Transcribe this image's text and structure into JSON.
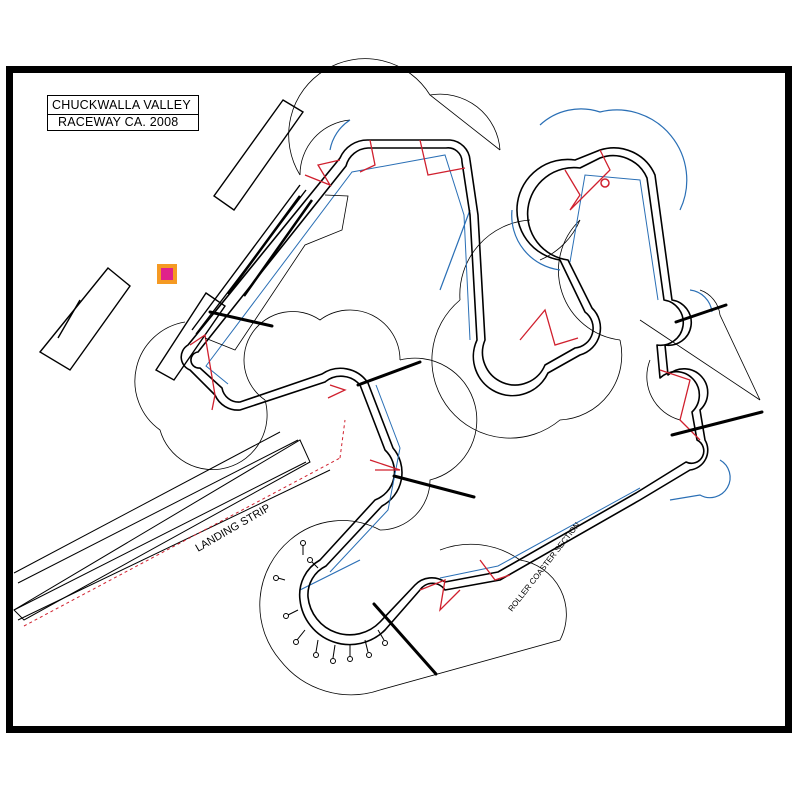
{
  "title": {
    "line1": "CHUCKWALLA VALLEY",
    "line2": "RACEWAY CA.  2008"
  },
  "labels": {
    "landing_strip": "LANDING STRIP",
    "roller_coaster": "ROLLER COASTER SECTION"
  },
  "colors": {
    "track": "#000000",
    "runoff": "#2a6fb5",
    "braking": "#d0202e",
    "marker_fill": "#e0218a",
    "marker_border": "#f59a23"
  }
}
